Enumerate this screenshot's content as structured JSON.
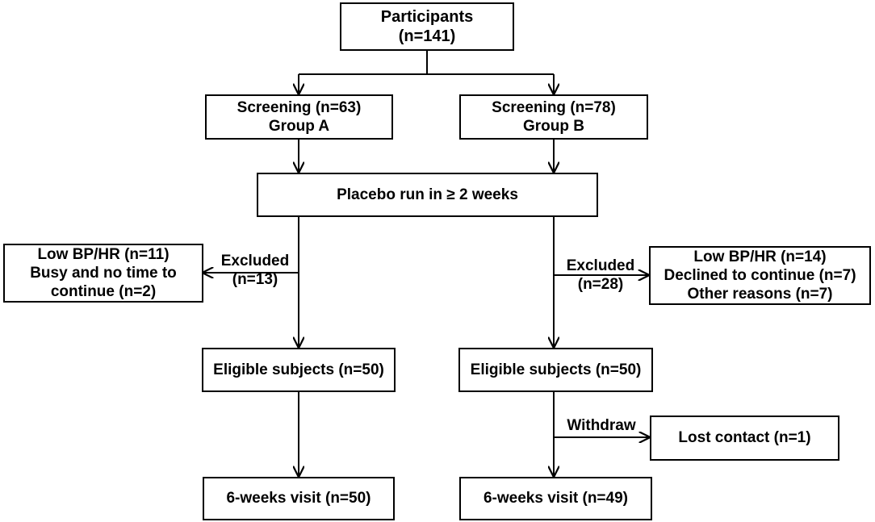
{
  "participants": {
    "line1": "Participants",
    "line2": "(n=141)"
  },
  "screening_a": {
    "line1": "Screening (n=63)",
    "line2": "Group A"
  },
  "screening_b": {
    "line1": "Screening (n=78)",
    "line2": "Group B"
  },
  "placebo": {
    "label": "Placebo run in ≥ 2 weeks"
  },
  "excluded_a": {
    "label": "Excluded",
    "count": "(n=13)",
    "reasons": [
      "Low BP/HR (n=11)",
      "Busy and no time to",
      "continue (n=2)"
    ]
  },
  "excluded_b": {
    "label": "Excluded",
    "count": "(n=28)",
    "reasons": [
      "Low BP/HR (n=14)",
      "Declined to continue (n=7)",
      "Other reasons (n=7)"
    ]
  },
  "eligible_a": {
    "label": "Eligible subjects (n=50)"
  },
  "eligible_b": {
    "label": "Eligible subjects (n=50)"
  },
  "withdraw_b": {
    "label": "Withdraw",
    "reason": "Lost contact (n=1)"
  },
  "visit_a": {
    "label": "6-weeks visit (n=50)"
  },
  "visit_b": {
    "label": "6-weeks visit (n=49)"
  }
}
